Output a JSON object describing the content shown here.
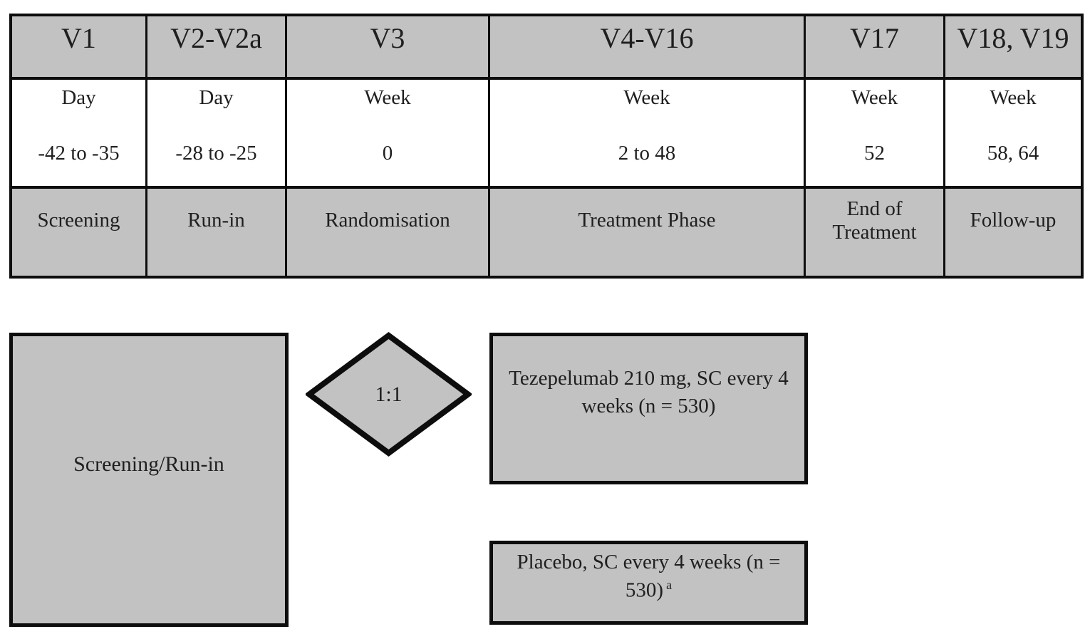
{
  "figure": {
    "kind": "clinical-study-design-diagram"
  },
  "colors": {
    "box_fill_gray": "#c2c2c2",
    "border_black": "#0d0d0d",
    "cell_white": "#ffffff"
  },
  "visit_table": {
    "columns": [
      {
        "visit": "V1",
        "unit": "Day",
        "time": "-42 to -35",
        "phase": "Screening"
      },
      {
        "visit": "V2-V2a",
        "unit": "Day",
        "time": "-28 to -25",
        "phase": "Run-in"
      },
      {
        "visit": "V3",
        "unit": "Week",
        "time": "0",
        "phase": "Randomisation"
      },
      {
        "visit": "V4-V16",
        "unit": "Week",
        "time": "2 to 48",
        "phase": "Treatment Phase"
      },
      {
        "visit": "V17",
        "unit": "Week",
        "time": "52",
        "phase": "End of Treatment"
      },
      {
        "visit": "V18, V19",
        "unit": "Week",
        "time": "58, 64",
        "phase": "Follow-up"
      }
    ]
  },
  "flow": {
    "screening_box": {
      "label": "Screening/Run-in"
    },
    "randomisation_diamond": {
      "label": "1:1"
    },
    "arm_boxes": [
      {
        "label": "Tezepelumab 210 mg, SC every 4 weeks (n = 530)",
        "footnote": ""
      },
      {
        "label": "Placebo, SC every 4 weeks (n = 530)",
        "footnote": "a"
      }
    ]
  }
}
